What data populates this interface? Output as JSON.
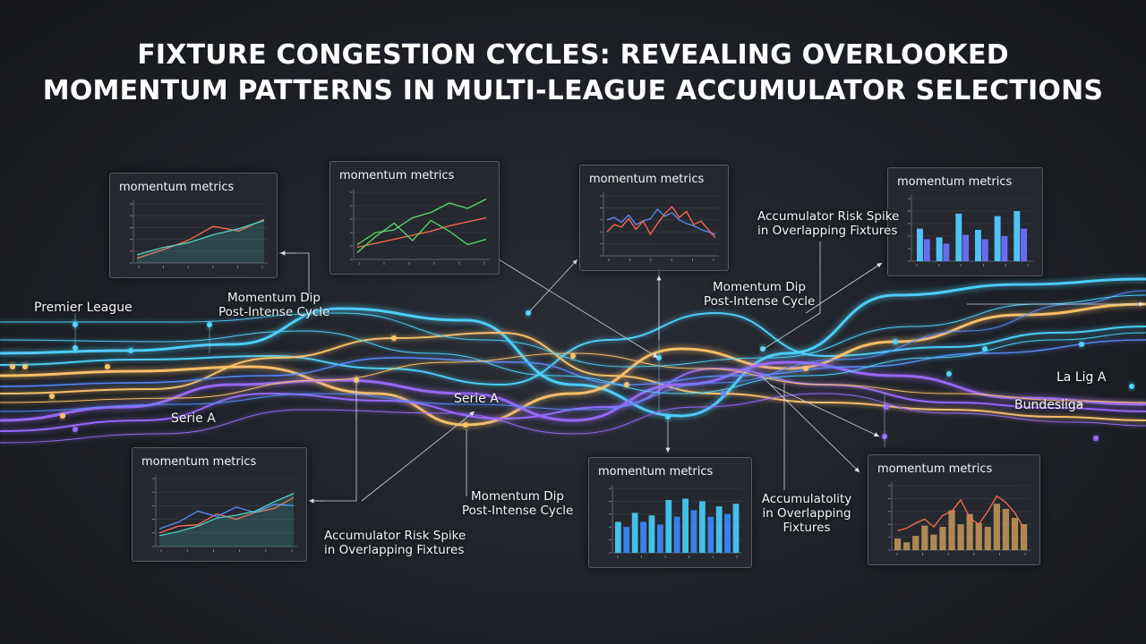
{
  "title": {
    "line1": "FIXTURE CONGESTION CYCLES: REVEALING OVERLOOKED",
    "line2": "MOMENTUM PATTERNS IN MULTI-LEAGUE ACCUMULATOR SELECTIONS"
  },
  "leagues": {
    "premier_league": "Premier League",
    "serie_a_left": "Serie A",
    "serie_a_center": "Serie A",
    "la_liga": "La Lig A",
    "bundesliga": "Bundesliga"
  },
  "annotations": {
    "dip_top_left": {
      "line1": "Momentum Dip",
      "line2": "Post-Intense Cycle"
    },
    "dip_top_right": {
      "line1": "Momentum Dip",
      "line2": "Post-Intense Cycle"
    },
    "dip_bottom": {
      "line1": "Momentum Dip",
      "line2": "Post-Intense Cycle"
    },
    "risk_top_right": {
      "line1": "Accumulator Risk Spike",
      "line2": "in Overlapping Fixtures"
    },
    "risk_bottom": {
      "line1": "Accumulator Risk Spike",
      "line2": "in Overlapping Fixtures"
    },
    "accumulatality": {
      "line1": "Accumulatolity",
      "line2": "in Overlapping",
      "line3": "Fixtures"
    }
  },
  "colors": {
    "cyan": "#4fd4ff",
    "gold": "#ffc46b",
    "violet": "#9b6bff",
    "blue": "#5b8dff",
    "red": "#ff6b4f",
    "green": "#5fd66b",
    "teal": "#4fd1c5"
  },
  "chart_data": [
    {
      "type": "line",
      "title": "momentum metrics",
      "x": [
        1,
        2,
        3,
        4,
        5,
        6
      ],
      "series": [
        {
          "values": [
            8,
            22,
            38,
            62,
            54,
            74
          ]
        },
        {
          "values": [
            14,
            26,
            34,
            48,
            58,
            72
          ]
        }
      ],
      "ylim": [
        0,
        100
      ]
    },
    {
      "type": "line",
      "title": "momentum metrics",
      "x": [
        1,
        2,
        3,
        4,
        5,
        6,
        7,
        8
      ],
      "series": [
        {
          "values": [
            18,
            24,
            30,
            36,
            42,
            50,
            56,
            62
          ]
        },
        {
          "values": [
            22,
            40,
            44,
            62,
            70,
            84,
            76,
            90
          ]
        },
        {
          "values": [
            10,
            34,
            54,
            28,
            58,
            42,
            22,
            30
          ]
        }
      ],
      "ylim": [
        0,
        100
      ]
    },
    {
      "type": "line",
      "title": "momentum metrics",
      "x": [
        1,
        2,
        3,
        4,
        5,
        6,
        7,
        8,
        9,
        10,
        11,
        12,
        13,
        14,
        15,
        16
      ],
      "series": [
        {
          "values": [
            60,
            64,
            56,
            68,
            52,
            58,
            62,
            78,
            66,
            72,
            60,
            54,
            50,
            44,
            40,
            36
          ]
        },
        {
          "values": [
            40,
            52,
            48,
            62,
            44,
            58,
            36,
            54,
            70,
            82,
            64,
            74,
            52,
            58,
            44,
            30
          ]
        }
      ],
      "ylim": [
        0,
        100
      ]
    },
    {
      "type": "bar",
      "title": "momentum metrics",
      "series": [
        {
          "values": [
            52,
            38,
            76,
            50,
            72,
            80
          ]
        },
        {
          "values": [
            35,
            28,
            42,
            35,
            40,
            52
          ]
        }
      ],
      "ylim": [
        0,
        100
      ]
    },
    {
      "type": "line",
      "title": "momentum metrics",
      "x": [
        1,
        2,
        3,
        4,
        5,
        6,
        7,
        8
      ],
      "series": [
        {
          "values": [
            20,
            30,
            32,
            48,
            40,
            50,
            56,
            72
          ]
        },
        {
          "values": [
            26,
            36,
            52,
            44,
            58,
            50,
            62,
            60
          ]
        },
        {
          "values": [
            16,
            22,
            30,
            42,
            46,
            52,
            66,
            78
          ]
        }
      ],
      "ylim": [
        0,
        100
      ]
    },
    {
      "type": "bar",
      "title": "momentum metrics",
      "values": [
        48,
        40,
        62,
        48,
        58,
        44,
        82,
        56,
        84,
        66,
        80,
        56,
        72,
        60,
        76
      ],
      "ylim": [
        0,
        100
      ]
    },
    {
      "type": "bar",
      "title": "momentum metrics",
      "values": [
        18,
        12,
        22,
        38,
        24,
        36,
        62,
        40,
        56,
        42,
        36,
        72,
        64,
        50,
        40
      ],
      "overlay_line": [
        30,
        34,
        42,
        48,
        36,
        54,
        60,
        78,
        50,
        40,
        60,
        84,
        74,
        58,
        34
      ],
      "ylim": [
        0,
        100
      ]
    }
  ]
}
